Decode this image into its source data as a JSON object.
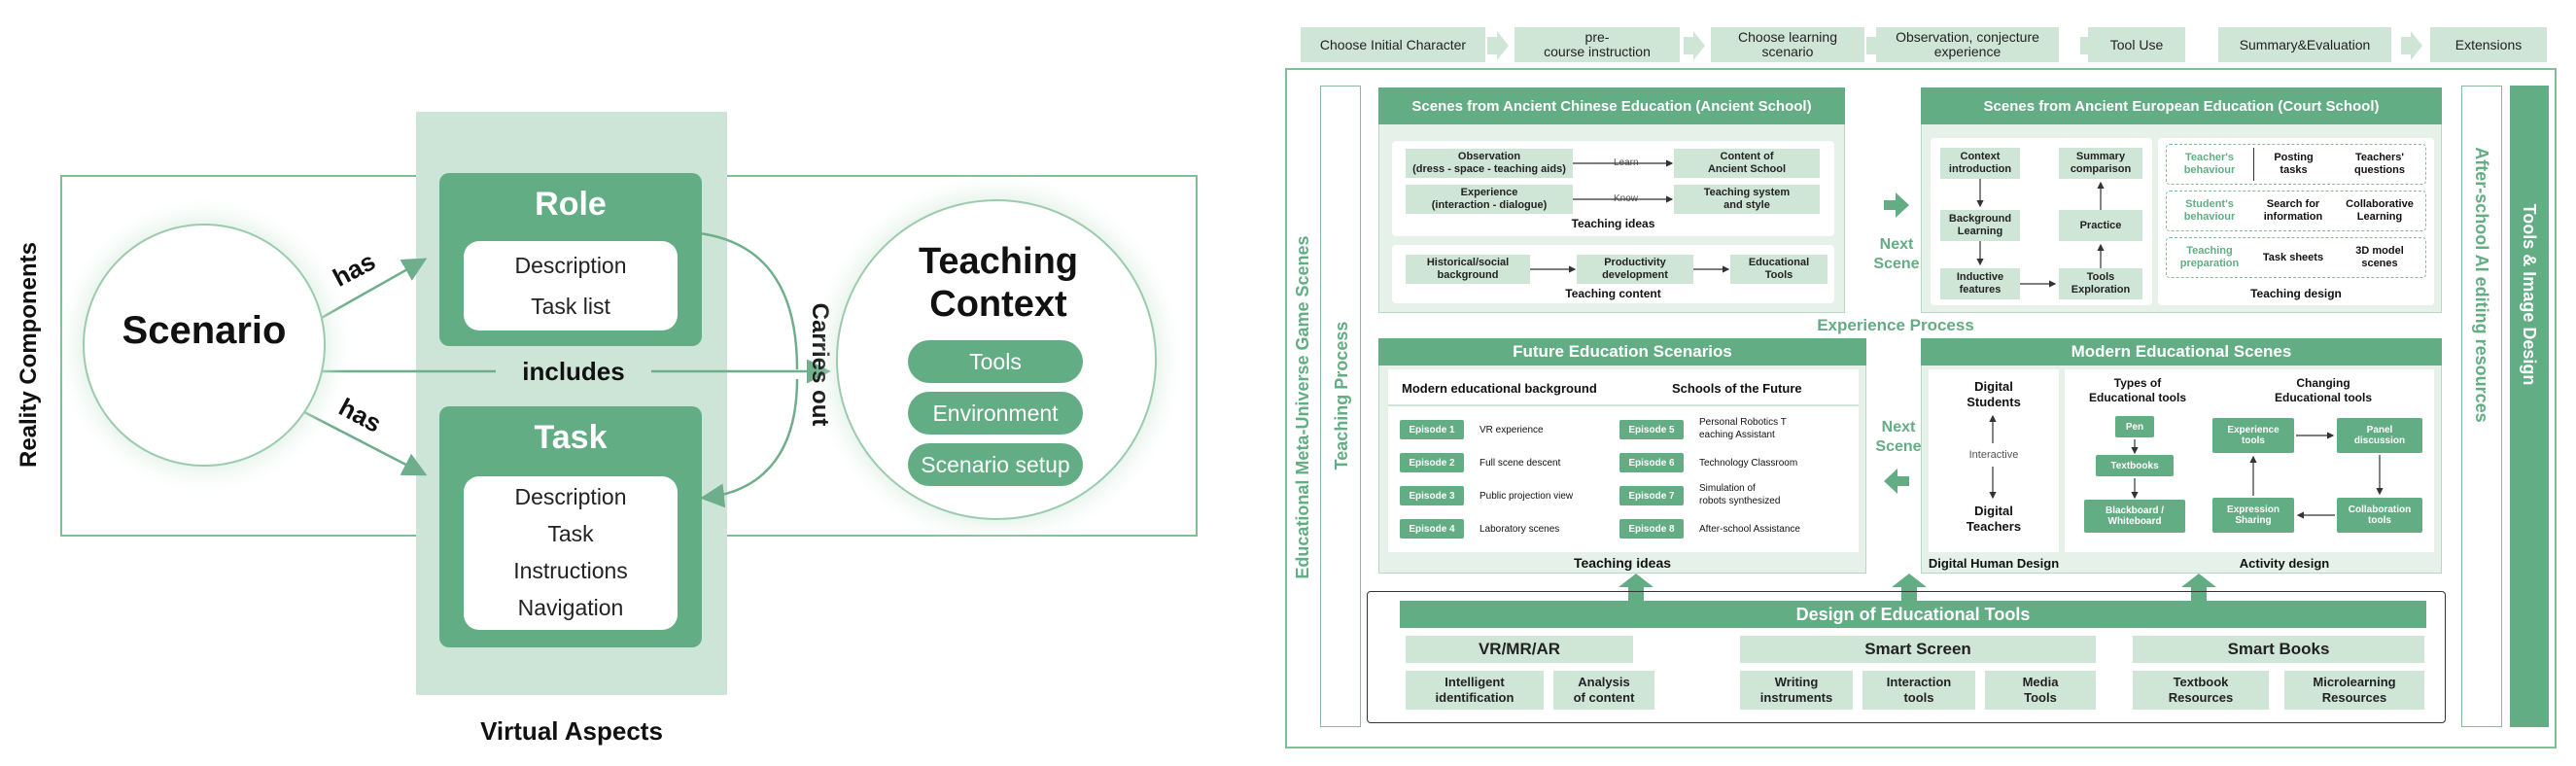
{
  "left": {
    "reality_label": "Reality Components",
    "virtual_label": "Virtual Aspects",
    "scenario": "Scenario",
    "has_top": "has",
    "has_bottom": "has",
    "includes": "includes",
    "carries_out": "Carries out",
    "role": {
      "title": "Role",
      "items": [
        "Description",
        "Task list"
      ]
    },
    "task": {
      "title": "Task",
      "items": [
        "Description",
        "Task",
        "Instructions",
        "Navigation"
      ]
    },
    "context": {
      "title_line1": "Teaching",
      "title_line2": "Context",
      "pills": [
        "Tools",
        "Environment",
        "Scenario setup"
      ]
    }
  },
  "right": {
    "process_steps": [
      "Choose Initial Character",
      "pre-\ncourse instruction",
      "Choose learning\nscenario",
      "Observation, conjecture\nexperience",
      "Tool Use",
      "Summary&Evaluation",
      "Extensions"
    ],
    "left_vertical_outer": "Educational Meta-Universe Game Scenes",
    "left_vertical_inner": "Teaching Process",
    "right_vertical_inner": "After-school AI editing resources",
    "right_vertical_outer": "Tools & Image Design",
    "ancient_chinese": {
      "title": "Scenes from Ancient Chinese Education (Ancient School)",
      "obs": "Observation\n(dress - space - teaching aids)",
      "learn": "Learn",
      "content_school": "Content of\nAncient School",
      "experience": "Experience\n(interaction - dialogue)",
      "know": "Know",
      "teaching_system": "Teaching system\nand style",
      "teaching_ideas": "Teaching ideas",
      "historical": "Historical/social\nbackground",
      "productivity": "Productivity\ndevelopment",
      "edu_tools": "Educational\nTools",
      "teaching_content": "Teaching content"
    },
    "next_scene_top": "Next\nScene",
    "ancient_european": {
      "title": "Scenes from Ancient European Education (Court School)",
      "context_intro": "Context\nintroduction",
      "background_learning": "Background\nLearning",
      "inductive": "Inductive\nfeatures",
      "summary_comparison": "Summary\ncomparison",
      "practice": "Practice",
      "tools_exploration": "Tools\nExploration",
      "teachers_behaviour": "Teacher's\nbehaviour",
      "posting_tasks": "Posting\ntasks",
      "teachers_questions": "Teachers'\nquestions",
      "students_behaviour": "Student's\nbehaviour",
      "search_info": "Search for\ninformation",
      "collab_learning": "Collaborative\nLearning",
      "teaching_preparation": "Teaching\npreparation",
      "task_sheets": "Task sheets",
      "models_3d": "3D model\nscenes",
      "teaching_design": "Teaching design"
    },
    "experience_process": "Experience Process",
    "future": {
      "title": "Future Education Scenarios",
      "modern_background": "Modern educational background",
      "schools_future": "Schools of the Future",
      "episodes_left": [
        {
          "ep": "Episode 1",
          "text": "VR experience"
        },
        {
          "ep": "Episode 2",
          "text": "Full scene descent"
        },
        {
          "ep": "Episode 3",
          "text": "Public projection view"
        },
        {
          "ep": "Episode 4",
          "text": "Laboratory scenes"
        }
      ],
      "episodes_right": [
        {
          "ep": "Episode 5",
          "text": "Personal Robotics T\neaching Assistant"
        },
        {
          "ep": "Episode 6",
          "text": "Technology Classroom"
        },
        {
          "ep": "Episode 7",
          "text": "Simulation of\nrobots synthesized"
        },
        {
          "ep": "Episode 8",
          "text": "After-school Assistance"
        }
      ],
      "teaching_ideas": "Teaching ideas"
    },
    "next_scene_bottom": "Next\nScene",
    "modern": {
      "title": "Modern Educational Scenes",
      "digital_students": "Digital\nStudents",
      "interactive": "Interactive",
      "digital_teachers": "Digital\nTeachers",
      "digital_human_design": "Digital Human Design",
      "types_tools": "Types of\nEducational tools",
      "pen": "Pen",
      "textbooks": "Textbooks",
      "blackboard": "Blackboard /\nWhiteboard",
      "changing_tools": "Changing\nEducational tools",
      "experience_tools": "Experience\ntools",
      "panel_discussion": "Panel\ndiscussion",
      "expression_sharing": "Expression\nSharing",
      "collaboration_tools": "Collaboration\ntools",
      "activity_design": "Activity design"
    },
    "tools_design": {
      "title": "Design of Educational Tools",
      "groups": [
        {
          "title": "VR/MR/AR",
          "items": [
            "Intelligent\nidentification",
            "Analysis\nof content"
          ]
        },
        {
          "title": "Smart Screen",
          "items": [
            "Writing\ninstruments",
            "Interaction\ntools",
            "Media\nTools"
          ]
        },
        {
          "title": "Smart Books",
          "items": [
            "Textbook\nResources",
            "Microlearning\nResources"
          ]
        }
      ]
    }
  }
}
